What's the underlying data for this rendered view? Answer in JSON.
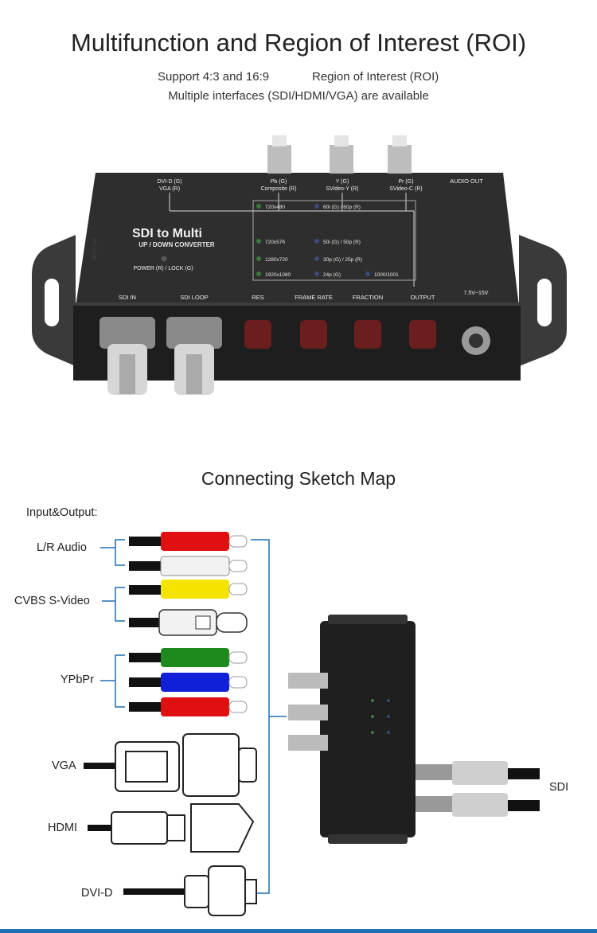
{
  "header": {
    "title": "Multifunction and Region of Interest (ROI)",
    "line1_left": "Support 4:3 and 16:9",
    "line1_right": "Region of Interest (ROI)",
    "line2": "Multiple interfaces (SDI/HDMI/VGA) are available"
  },
  "device": {
    "name": "SDI to Multi",
    "subtitle": "UP / DOWN CONVERTER",
    "power_label": "POWER (R) / LOCK (G)",
    "pc_usb": "PC-USB",
    "top_ports": [
      "DVI-D (G)",
      "VGA (R)",
      "Pb (G)",
      "Composite (R)",
      "Y (G)",
      "SVideo-Y (R)",
      "Pr (G)",
      "SVideo-C (R)",
      "AUDIO OUT"
    ],
    "leds": [
      "720x480",
      "720x576",
      "1280x720",
      "1920x1080",
      "60i (G) / 60p (R)",
      "50i (G) / 50p (R)",
      "30p (G) / 25p (R)",
      "24p (G)",
      "1000/1001"
    ],
    "front_labels": [
      "SDI IN",
      "SDI LOOP",
      "RES",
      "FRAME RATE",
      "FRACTION",
      "OUTPUT",
      "7.5V~15V"
    ]
  },
  "sketch": {
    "title": "Connecting Sketch Map",
    "io_label": "Input&Output:",
    "labels": {
      "lr_audio": "L/R Audio",
      "cvbs": "CVBS S-Video",
      "ypbpr": "YPbPr",
      "vga": "VGA",
      "hdmi": "HDMI",
      "dvi": "DVI-D",
      "sdi": "SDI"
    }
  },
  "colors": {
    "bracket": "#1f6fb2",
    "device_body": "#2b2b2b",
    "rca_red": "#e01010",
    "rca_white": "#f2f2f2",
    "rca_yellow": "#f5e400",
    "rca_green": "#1e8a1e",
    "rca_blue": "#1020d8"
  }
}
